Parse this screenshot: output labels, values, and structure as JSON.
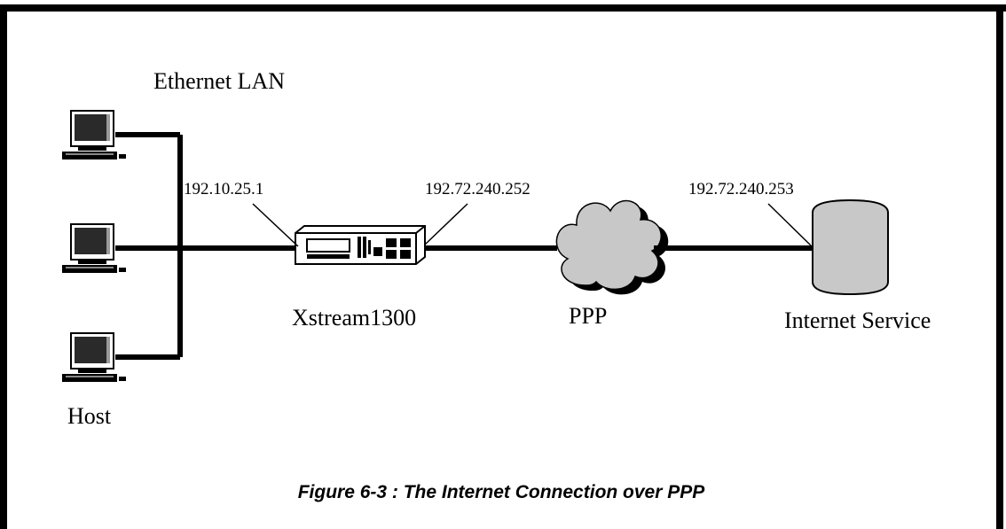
{
  "labels": {
    "ethernet_lan": "Ethernet LAN",
    "host": "Host",
    "router": "Xstream1300",
    "ppp": "PPP",
    "internet_service": "Internet Service"
  },
  "ip_addresses": {
    "lan_interface": "192.10.25.1",
    "wan_interface": "192.72.240.252",
    "isp_interface": "192.72.240.253"
  },
  "caption": "Figure 6-3 : The Internet Connection over PPP",
  "colors": {
    "line": "#000000",
    "cloud_fill": "#c8c8c8",
    "cylinder_fill": "#c8c8c8",
    "screen": "#2a2a2a"
  }
}
